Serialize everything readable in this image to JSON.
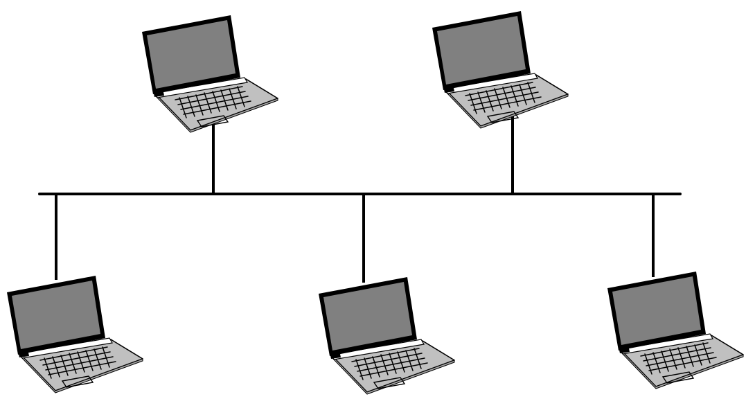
{
  "diagram": {
    "topology": "bus",
    "node_count": 5,
    "nodes": [
      {
        "icon": "laptop-icon",
        "position": "top"
      },
      {
        "icon": "laptop-icon",
        "position": "top"
      },
      {
        "icon": "laptop-icon",
        "position": "bottom"
      },
      {
        "icon": "laptop-icon",
        "position": "bottom"
      },
      {
        "icon": "laptop-icon",
        "position": "bottom"
      }
    ],
    "colors": {
      "line": "#000000",
      "screen": "#808080",
      "body": "#c0c0c0",
      "bezel": "#000000",
      "background": "#ffffff"
    }
  }
}
